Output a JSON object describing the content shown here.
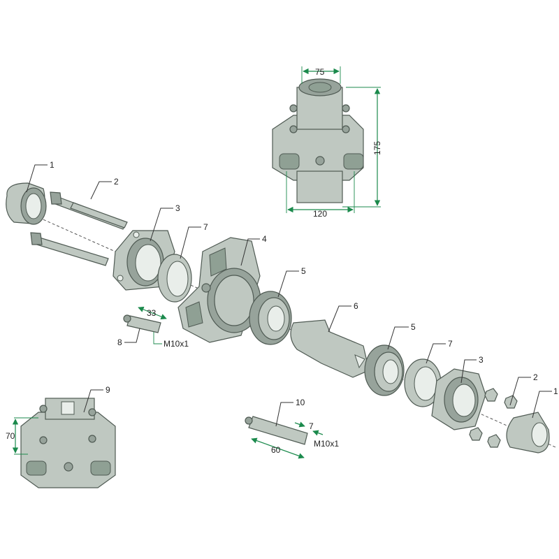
{
  "colors": {
    "part": "#bfc8c1",
    "part_dark": "#97a39b",
    "dimension": "#1b8a4c"
  },
  "callouts": {
    "c1a": "1",
    "c2a": "2",
    "c3a": "3",
    "c7a": "7",
    "c4": "4",
    "c5a": "5",
    "c6": "6",
    "c5b": "5",
    "c7b": "7",
    "c3b": "3",
    "c2b": "2",
    "c1b": "1",
    "c8": "8",
    "c9": "9",
    "c10": "10"
  },
  "dimensions": {
    "housing_top_width": "75",
    "housing_height": "175",
    "housing_base_width": "120",
    "bolt8_length": "33",
    "bolt8_thread": "M10x1",
    "housing9_height": "70",
    "pin10_length": "60",
    "pin10_thread_length": "7",
    "pin10_thread": "M10x1"
  }
}
